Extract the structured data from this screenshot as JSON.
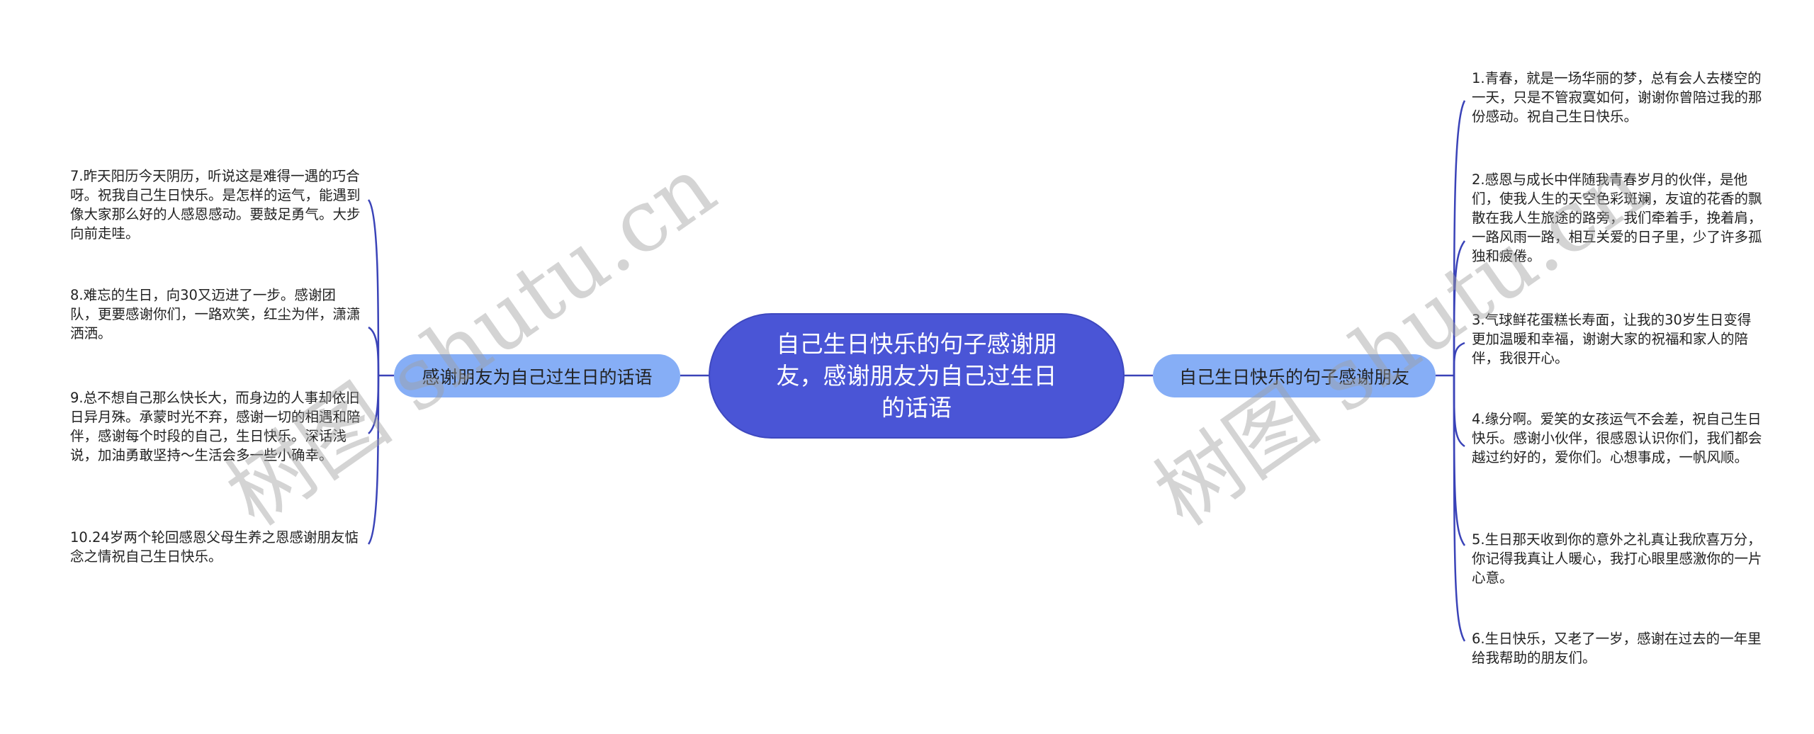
{
  "root": {
    "title": "自己生日快乐的句子感谢朋友，感谢朋友为自己过生日的话语"
  },
  "branches": {
    "left": {
      "label": "感谢朋友为自己过生日的话语",
      "items": [
        "7.昨天阳历今天阴历，听说这是难得一遇的巧合呀。祝我自己生日快乐。是怎样的运气，能遇到像大家那么好的人感恩感动。要鼓足勇气。大步向前走哇。",
        "8.难忘的生日，向30又迈进了一步。感谢团队，更要感谢你们，一路欢笑，红尘为伴，潇潇洒洒。",
        "9.总不想自己那么快长大，而身边的人事却依旧日异月殊。承蒙时光不弃，感谢一切的相遇和陪伴，感谢每个时段的自己，生日快乐。深话浅说，加油勇敢坚持～生活会多一些小确幸。",
        "10.24岁两个轮回感恩父母生养之恩感谢朋友惦念之情祝自己生日快乐。"
      ]
    },
    "right": {
      "label": "自己生日快乐的句子感谢朋友",
      "items": [
        "1.青春，就是一场华丽的梦，总有会人去楼空的一天，只是不管寂寞如何，谢谢你曾陪过我的那份感动。祝自己生日快乐。",
        "2.感恩与成长中伴随我青春岁月的伙伴，是他们，使我人生的天空色彩斑斓，友谊的花香的飘散在我人生旅途的路旁，我们牵着手，挽着肩，一路风雨一路，相互关爱的日子里，少了许多孤独和疲倦。",
        "3.气球鲜花蛋糕长寿面，让我的30岁生日变得更加温暖和幸福，谢谢大家的祝福和家人的陪伴，我很开心。",
        "4.缘分啊。爱笑的女孩运气不会差，祝自己生日快乐。感谢小伙伴，很感恩认识你们，我们都会越过约好的，爱你们。心想事成，一帆风顺。",
        "5.生日那天收到你的意外之礼真让我欣喜万分，你记得我真让人暖心，我打心眼里感激你的一片心意。",
        "6.生日快乐，又老了一岁，感谢在过去的一年里给我帮助的朋友们。"
      ]
    }
  },
  "watermarks": [
    "树图 shutu.cn",
    "树图 shutu.cn"
  ],
  "colors": {
    "root_fill": "#4a55d6",
    "branch_fill": "#86aef6",
    "line": "#3a43b8",
    "text": "#222222"
  }
}
